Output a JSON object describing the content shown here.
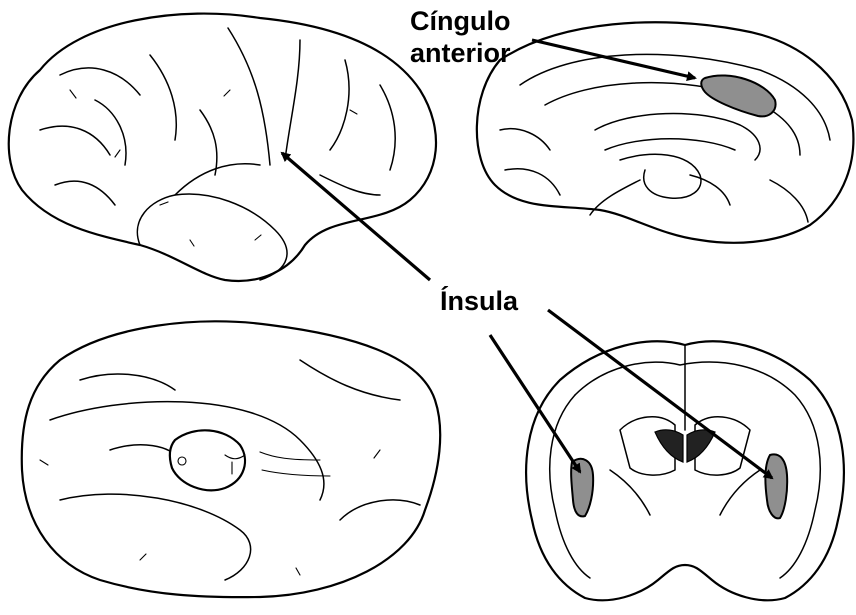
{
  "labels": {
    "cingulo_line1": "Cíngulo",
    "cingulo_line2": "anterior",
    "insula": "Ínsula"
  },
  "colors": {
    "highlight": "#8f8f8f",
    "ink": "#000000",
    "background": "#ffffff"
  }
}
